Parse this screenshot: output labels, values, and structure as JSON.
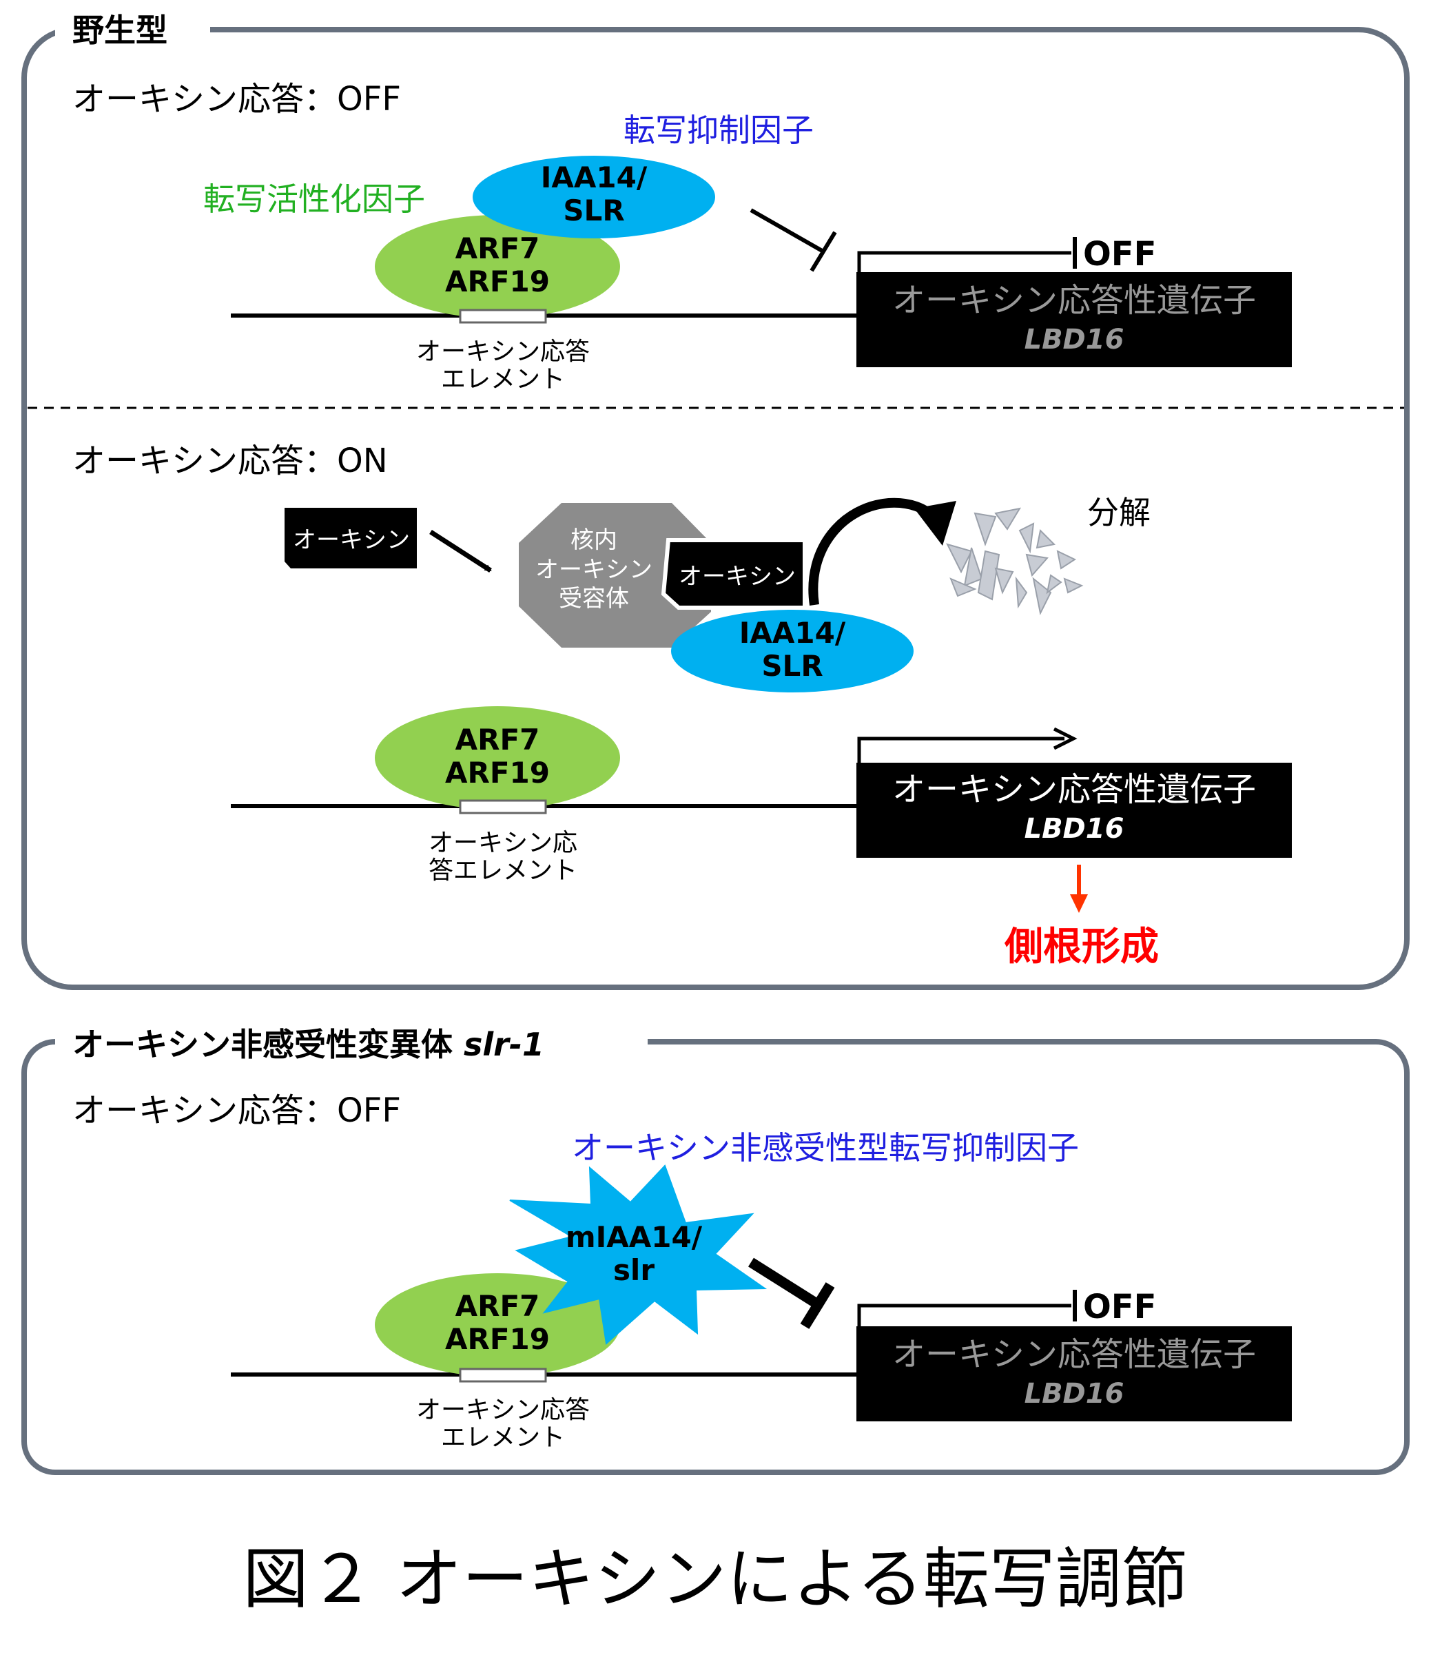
{
  "wildtype": {
    "panel_title": "野生型",
    "off_section": {
      "status_label": "オーキシン応答：OFF",
      "repressor_caption": "転写抑制因子",
      "activator_caption": "転写活性化因子",
      "repressor_name": [
        "IAA14/",
        "SLR"
      ],
      "activator_name": [
        "ARF7",
        "ARF19"
      ],
      "element_caption": [
        "オーキシン応答",
        "エレメント"
      ],
      "gene_name": "オーキシン応答性遺伝子",
      "gene_id": "LBD16",
      "promoter_state": "OFF"
    },
    "on_section": {
      "status_label": "オーキシン応答：ON",
      "auxin_tag": "オーキシン",
      "receptor_label": [
        "核内",
        "オーキシン",
        "受容体"
      ],
      "bound_auxin_tag": "オーキシン",
      "repressor_name": [
        "IAA14/",
        "SLR"
      ],
      "degradation_label": "分解",
      "activator_name": [
        "ARF7",
        "ARF19"
      ],
      "element_caption": [
        "オーキシン応",
        "答エレメント"
      ],
      "gene_name": "オーキシン応答性遺伝子",
      "gene_id": "LBD16",
      "outcome_label": "側根形成"
    }
  },
  "mutant": {
    "panel_title": "オーキシン非感受性変異体",
    "panel_title_italic": "slr-1",
    "status_label": "オーキシン応答：OFF",
    "repressor_caption": "オーキシン非感受性型転写抑制因子",
    "repressor_name": [
      "mIAA14/",
      "slr"
    ],
    "activator_name": [
      "ARF7",
      "ARF19"
    ],
    "element_caption": [
      "オーキシン応答",
      "エレメント"
    ],
    "gene_name": "オーキシン応答性遺伝子",
    "gene_id": "LBD16",
    "promoter_state": "OFF"
  },
  "figure_caption": "図２ オーキシンによる転写調節",
  "colors": {
    "panel_border": "#66707e",
    "activator_fill": "#92d050",
    "repressor_fill": "#00b0f0",
    "receptor_fill": "#8c8c8c",
    "gene_box_fill": "#000000",
    "gene_text_off": "#999999",
    "gene_text_on": "#ffffff",
    "activator_caption_color": "#22b022",
    "repressor_caption_color": "#1f1fe0",
    "outcome_color": "#ff0000",
    "fragment_fill": "#c8ccd4"
  }
}
